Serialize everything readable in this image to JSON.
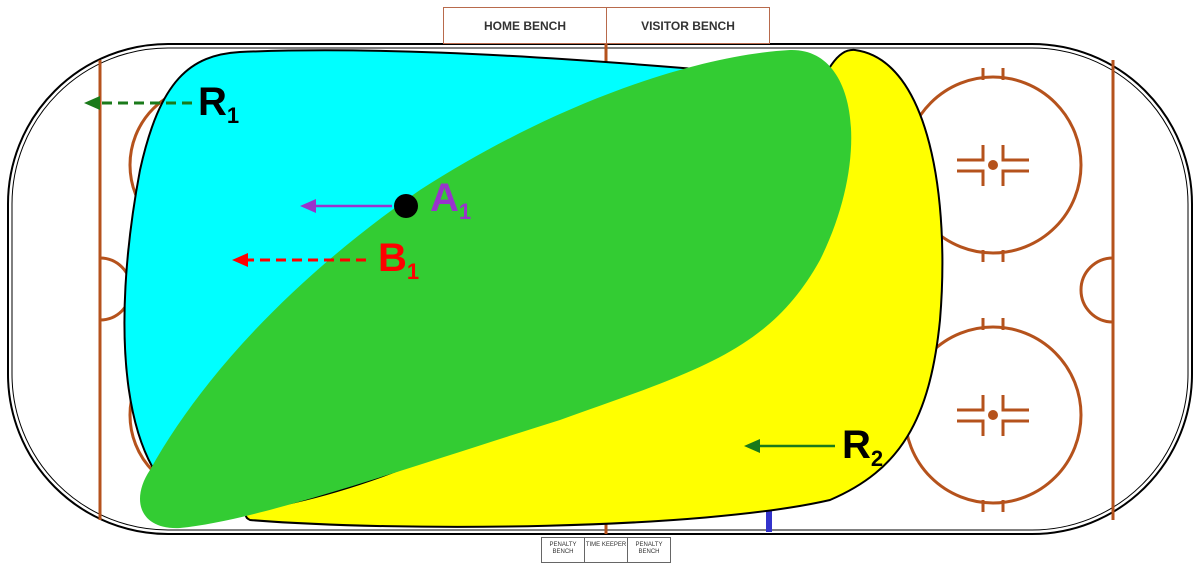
{
  "benches": {
    "home": "HOME BENCH",
    "visitor": "VISITOR BENCH"
  },
  "bottom_boxes": {
    "penalty_left": "PENALTY BENCH",
    "timekeeper": "TIME KEEPER",
    "penalty_right": "PENALTY BENCH"
  },
  "labels": {
    "r1": {
      "main": "R",
      "sub": "1"
    },
    "a1": {
      "main": "A",
      "sub": "1"
    },
    "b1": {
      "main": "B",
      "sub": "1"
    },
    "r2": {
      "main": "R",
      "sub": "2"
    }
  },
  "colors": {
    "rink_line": "#b5521c",
    "cyan_zone": "#00ffff",
    "green_zone": "#33cc33",
    "yellow_zone": "#ffff00",
    "r_color": "#000000",
    "r_arrow": "#1a7a1a",
    "a_color": "#9933cc",
    "b_color": "#ff0000",
    "blue_line": "#3333cc"
  }
}
